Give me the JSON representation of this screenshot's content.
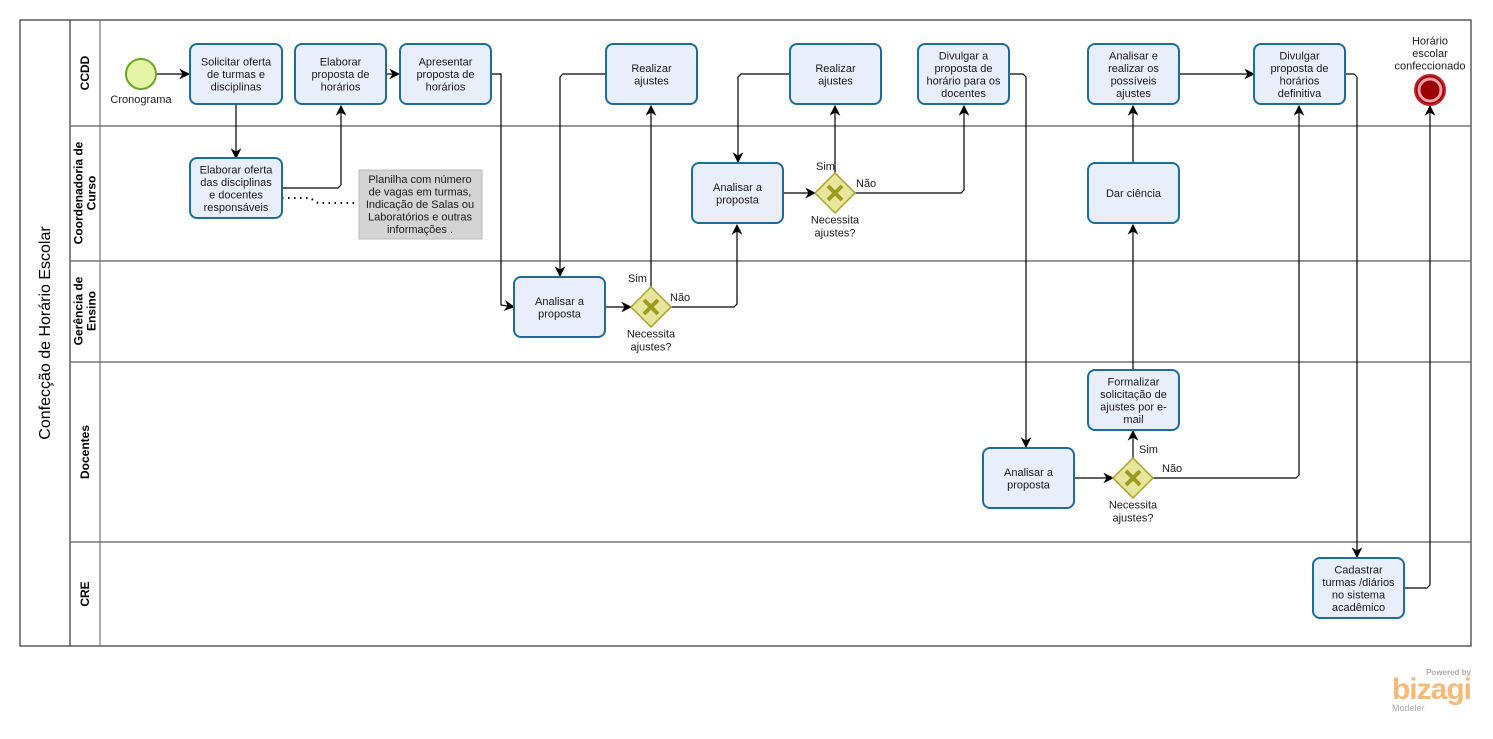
{
  "pool": {
    "title": "Confecção de Horário Escolar"
  },
  "lanes": [
    {
      "id": "ccdd",
      "title": [
        "CCDD"
      ]
    },
    {
      "id": "coord",
      "title": [
        "Coordenadoria de",
        "Curso"
      ]
    },
    {
      "id": "gerencia",
      "title": [
        "Gerência de",
        "Ensino"
      ]
    },
    {
      "id": "docentes",
      "title": [
        "Docentes"
      ]
    },
    {
      "id": "cre",
      "title": [
        "CRE"
      ]
    }
  ],
  "start_event": {
    "label": "Cronograma"
  },
  "end_event": {
    "label": [
      "Horário",
      "escolar",
      "confeccionado"
    ]
  },
  "tasks": [
    {
      "id": "t1",
      "lines": [
        "Solicitar oferta",
        "de turmas e",
        "disciplinas"
      ]
    },
    {
      "id": "t2",
      "lines": [
        "Elaborar oferta",
        "das disciplinas",
        "e docentes",
        "responsáveis"
      ]
    },
    {
      "id": "t3",
      "lines": [
        "Elaborar",
        "proposta de",
        "horários"
      ]
    },
    {
      "id": "t4",
      "lines": [
        "Apresentar",
        "proposta de",
        "horários"
      ]
    },
    {
      "id": "t5",
      "lines": [
        "Analisar a",
        "proposta"
      ]
    },
    {
      "id": "t6",
      "lines": [
        "Realizar",
        "ajustes"
      ]
    },
    {
      "id": "t7",
      "lines": [
        "Analisar a",
        "proposta"
      ]
    },
    {
      "id": "t8",
      "lines": [
        "Realizar",
        "ajustes"
      ]
    },
    {
      "id": "t9",
      "lines": [
        "Divulgar a",
        "proposta de",
        "horário para os",
        "docentes"
      ]
    },
    {
      "id": "t10",
      "lines": [
        "Analisar a",
        "proposta"
      ]
    },
    {
      "id": "t11",
      "lines": [
        "Formalizar",
        "solicitação de",
        "ajustes por e-",
        "mail"
      ]
    },
    {
      "id": "t12",
      "lines": [
        "Dar ciência"
      ]
    },
    {
      "id": "t13",
      "lines": [
        "Analisar e",
        "realizar os",
        "possíveis",
        "ajustes"
      ]
    },
    {
      "id": "t14",
      "lines": [
        "Divulgar",
        "proposta de",
        "horários",
        "definitiva"
      ]
    },
    {
      "id": "t15",
      "lines": [
        "Cadastrar",
        "turmas /diários",
        "no sistema",
        "acadêmico"
      ]
    }
  ],
  "gateways": [
    {
      "id": "g1",
      "question": [
        "Necessita",
        "ajustes?"
      ],
      "yes": "Sim",
      "no": "Não"
    },
    {
      "id": "g2",
      "question": [
        "Necessita",
        "ajustes?"
      ],
      "yes": "Sim",
      "no": "Não"
    },
    {
      "id": "g3",
      "question": [
        "Necessita",
        "ajustes?"
      ],
      "yes": "Sim",
      "no": "Não"
    }
  ],
  "annotation": {
    "lines": [
      "Planilha com número",
      "de vagas em turmas,",
      "Indicação de Salas ou",
      "Laboratórios e outras",
      "informações ."
    ]
  },
  "branding": {
    "powered": "Powered by",
    "logo": "bizagi",
    "product": "Modeler"
  },
  "colors": {
    "task_fill": "#e8eefa",
    "task_stroke": "#1f6b9b",
    "start_fill": "#e6f5a5",
    "start_stroke": "#6aa624",
    "end_fill": "#9b0000",
    "gateway_fill": "#e8e59c",
    "annotation_fill": "#d4d4d4",
    "brand": "#f5b97a"
  }
}
